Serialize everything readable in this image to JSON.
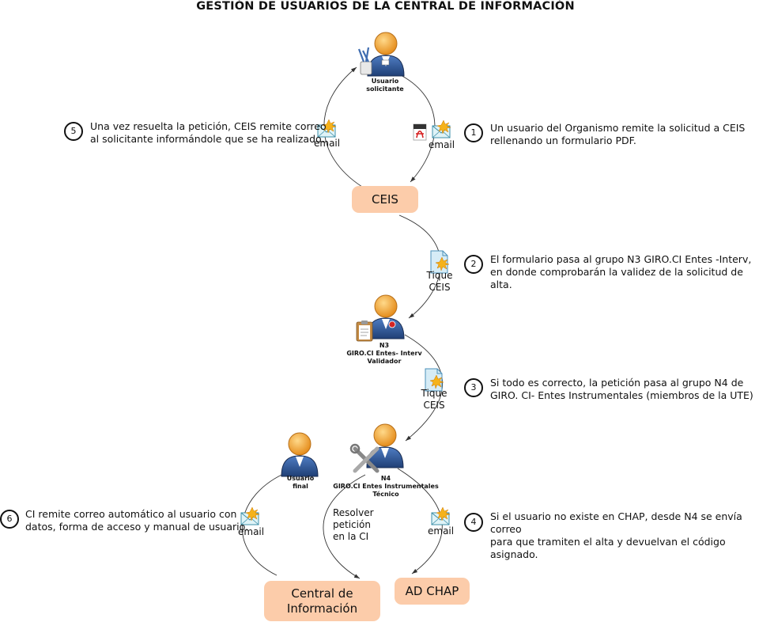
{
  "title": "GESTIÓN DE USUARIOS DE LA CENTRAL DE INFORMACIÓN",
  "nodes": {
    "ceis": "CEIS",
    "central_line1": "Central de",
    "central_line2": "Información",
    "adchap": "AD CHAP"
  },
  "roles": {
    "solicitante": [
      "Usuario",
      "solicitante"
    ],
    "n3": [
      "N3",
      "GIRO.CI Entes- Interv",
      "Validador"
    ],
    "n4": [
      "N4",
      "GIRO.CI Entes Instrumentales",
      "Técnico"
    ],
    "final": [
      "Usuario",
      "final"
    ]
  },
  "connector_labels": {
    "email": "email",
    "tique": [
      "Tique",
      "CEIS"
    ],
    "resolver": [
      "Resolver",
      "petición",
      "en la CI"
    ]
  },
  "steps": [
    {
      "num": "1",
      "lines": [
        "Un usuario del Organismo remite la solicitud a CEIS",
        "rellenando un formulario PDF."
      ]
    },
    {
      "num": "2",
      "lines": [
        "El formulario pasa al grupo N3 GIRO.CI Entes -Interv,",
        "en donde comprobarán la validez de la solicitud de alta."
      ]
    },
    {
      "num": "3",
      "lines": [
        "Si todo es correcto, la petición pasa al grupo N4 de",
        "GIRO. CI- Entes Instrumentales (miembros de la UTE)"
      ]
    },
    {
      "num": "4",
      "lines": [
        "Si el usuario no existe en CHAP, desde N4 se envía correo",
        "para que tramiten el alta y devuelvan el código asignado."
      ]
    },
    {
      "num": "5",
      "lines": [
        "Una vez resuelta la petición, CEIS remite correo",
        "al solicitante informándole que se ha realizado."
      ]
    },
    {
      "num": "6",
      "lines": [
        "CI remite correo automático al usuario con",
        "datos, forma de acceso y manual de usuario."
      ]
    }
  ],
  "colors": {
    "node_fill": "#fcccaa",
    "person_head": "#f2a43a",
    "person_body": "#2f5c9e",
    "edge": "#333333"
  }
}
